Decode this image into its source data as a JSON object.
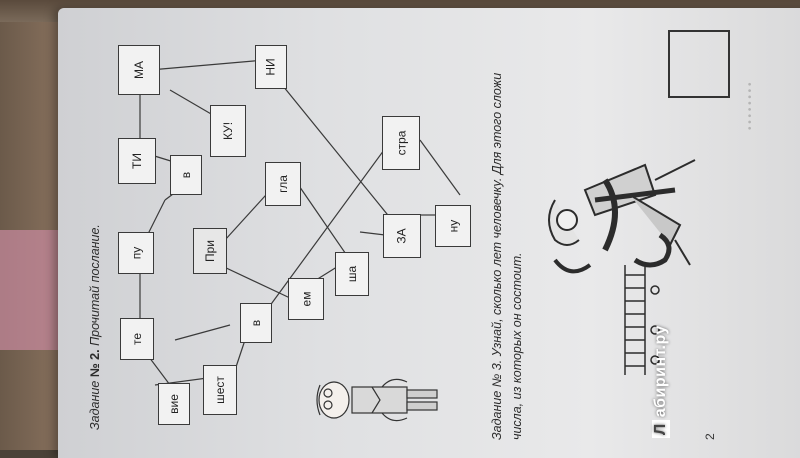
{
  "task2": {
    "title_prefix": "Задание",
    "title_num": "№ 2.",
    "title_text": "Прочитай послание."
  },
  "task3": {
    "line1": "Задание № 3. Узнай, сколько лет человечку. Для этого сложи",
    "line2": "числа, из которых он состоит."
  },
  "boxes": {
    "vie": "вие",
    "shest": "шест",
    "te": "те",
    "v1": "в",
    "em": "ем",
    "sha": "ша",
    "pu": "пу",
    "pri": "При",
    "gla": "гла",
    "za": "ЗА",
    "nu": "ну",
    "v2": "в",
    "ti": "ТИ",
    "ku": "КУ!",
    "stra": "стра",
    "ma": "МА",
    "ni": "НИ"
  },
  "page_number": "2",
  "watermark": {
    "badge": "Л",
    "text": "абиринт.ру"
  }
}
